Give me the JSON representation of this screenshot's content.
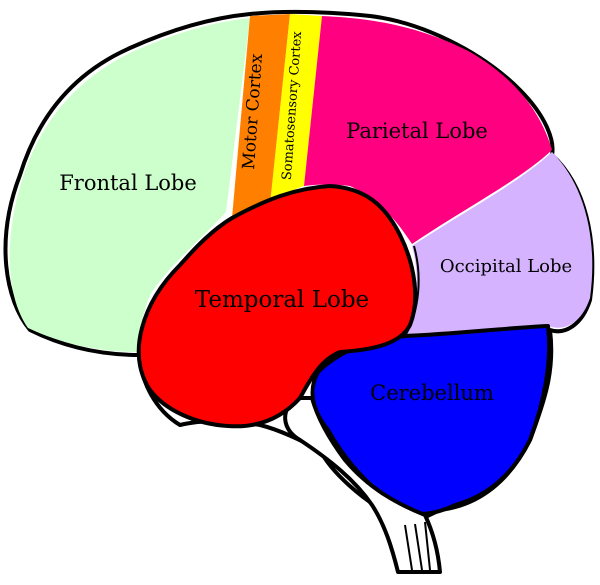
{
  "regions": {
    "frontal": {
      "label": "Frontal Lobe",
      "color": "#ccffcc"
    },
    "motor": {
      "label": "Motor Cortex",
      "color": "#ff8000"
    },
    "somatosensory": {
      "label": "Somatosensory Cortex",
      "color": "#ffff00"
    },
    "parietal": {
      "label": "Parietal Lobe",
      "color": "#ff0080"
    },
    "occipital": {
      "label": "Occipital Lobe",
      "color": "#d6b3ff"
    },
    "temporal": {
      "label": "Temporal Lobe",
      "color": "#ff0000"
    },
    "cerebellum": {
      "label": "Cerebellum",
      "color": "#0000ff"
    },
    "brainstem": {
      "label": "",
      "color": "#ffffff"
    }
  }
}
